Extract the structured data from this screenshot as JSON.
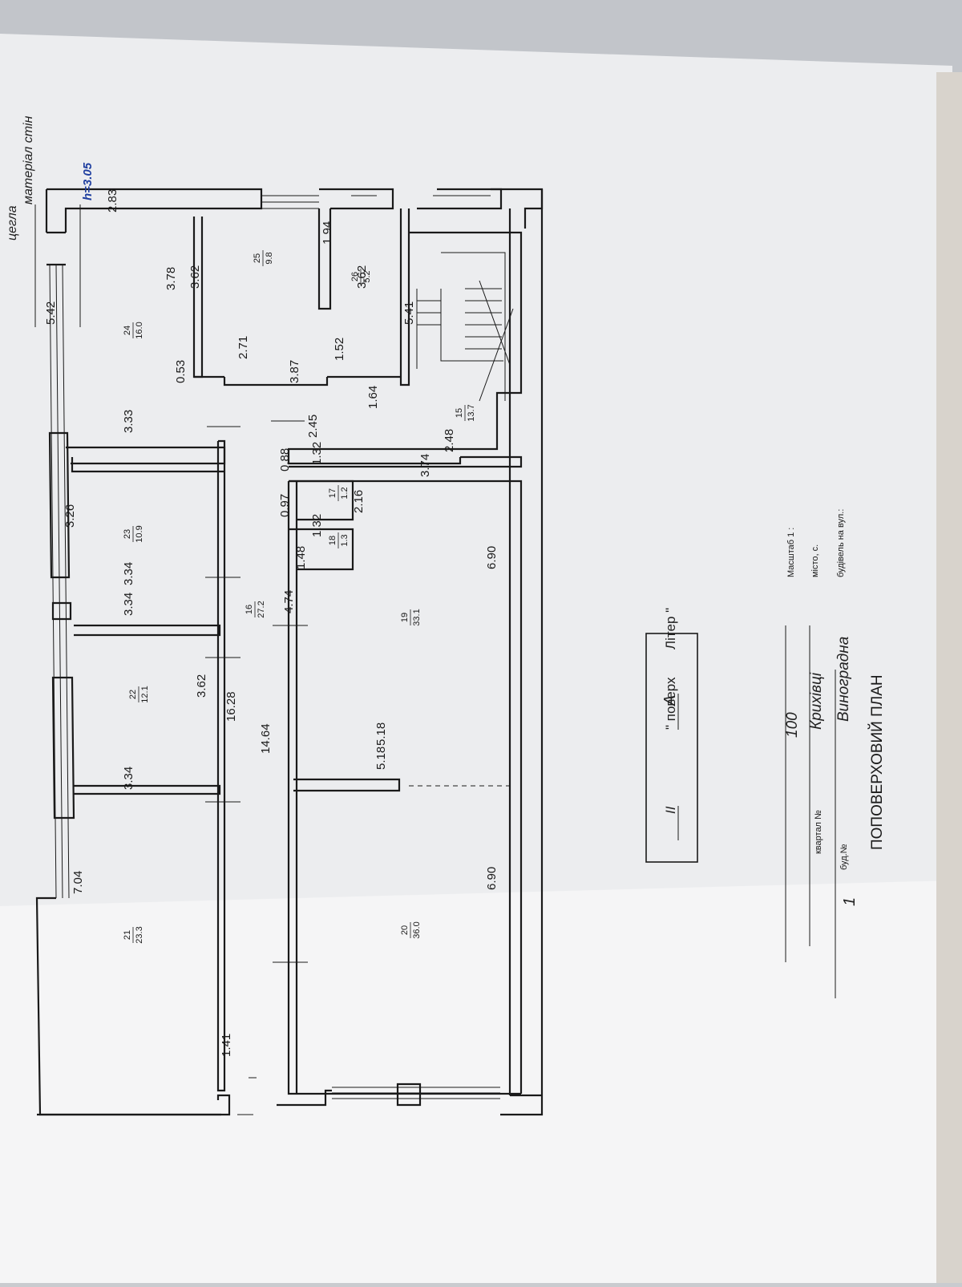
{
  "title": "ПОПОВЕРХОВИЙ ПЛАН",
  "form": {
    "street_label": "будівель на вул.:",
    "street_value": "Виноградна",
    "building_no_label": "буд.№",
    "building_no_value": "1",
    "city_label": "місто, с.",
    "city_value": "Крихівці",
    "quarter_label": "квартал №",
    "quarter_value": "",
    "scale_label": "Масштаб 1 :",
    "scale_value": "100"
  },
  "liter_box": {
    "liter_label": "Літер \"",
    "liter_value": "А",
    "floor_label": "\" поверх",
    "floor_value": "ІІ"
  },
  "height_label": "h=3.05",
  "material_label": "матеріал стін",
  "material_value": "цегла",
  "rooms": [
    {
      "no": "15",
      "area": "13.7"
    },
    {
      "no": "16",
      "area": "27.2"
    },
    {
      "no": "17",
      "area": "1.2"
    },
    {
      "no": "18",
      "area": "1.3"
    },
    {
      "no": "19",
      "area": "33.1"
    },
    {
      "no": "20",
      "area": "36.0"
    },
    {
      "no": "21",
      "area": "23.3"
    },
    {
      "no": "22",
      "area": "12.1"
    },
    {
      "no": "23",
      "area": "10.9"
    },
    {
      "no": "24",
      "area": "16.0"
    },
    {
      "no": "25",
      "area": "9.8"
    },
    {
      "no": "26",
      "area": "5.2"
    }
  ],
  "dimensions": [
    "2.83",
    "3.78",
    "3.62",
    "3.62",
    "1.94",
    "5.42",
    "2.71",
    "1.52",
    "3.87",
    "0.53",
    "5.41",
    "1.64",
    "3.33",
    "2.45",
    "2.48",
    "3.74",
    "1.32",
    "0.88",
    "2.16",
    "0.97",
    "1.32",
    "3.26",
    "1.48",
    "3.34",
    "3.34",
    "6.90",
    "4.74",
    "3.62",
    "16.28",
    "14.64",
    "5.18",
    "5.18",
    "3.34",
    "6.90",
    "7.04",
    "1.41"
  ]
}
